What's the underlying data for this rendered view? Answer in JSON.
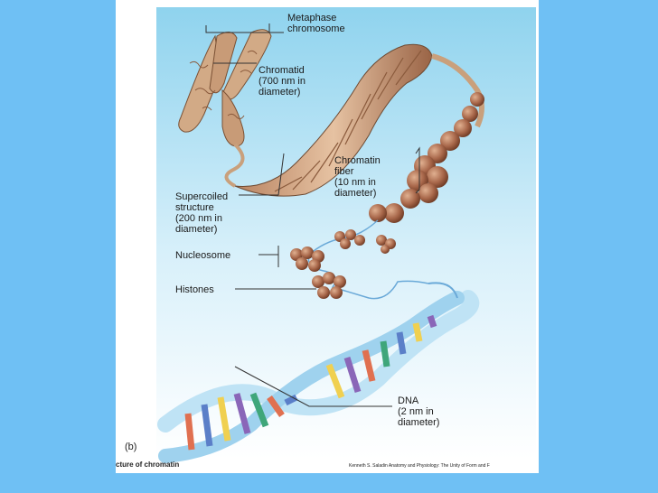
{
  "labels": {
    "metaphase": "Metaphase\nchromosome",
    "chromatid": "Chromatid\n(700 nm in\ndiameter)",
    "chromatin_fiber": "Chromatin\nfiber\n(10 nm in\ndiameter)",
    "supercoiled": "Supercoiled\nstructure\n(200 nm in\ndiameter)",
    "nucleosome": "Nucleosome",
    "histones": "Histones",
    "dna": "DNA\n(2 nm in\ndiameter)"
  },
  "panel_letter": "(b)",
  "caption": "cture of chromatin",
  "credit": "Kenneth S. Saladin  Anatomy and Physiology: The Unity of Form and F",
  "colors": {
    "page_bg": "#6fc0f4",
    "panel_top": "#8fd3ee",
    "chromosome": "#c9a07c",
    "nucleosome": "#a8674a",
    "dna_backbone": "#bfe3f5"
  }
}
